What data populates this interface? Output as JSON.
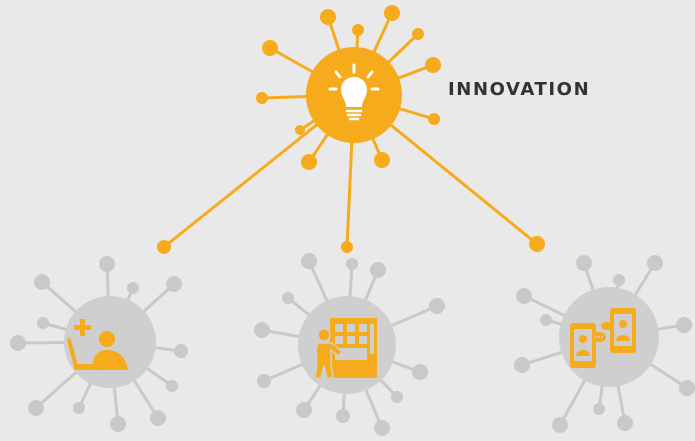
{
  "title": "INNOVATION",
  "colors": {
    "background": "#e9e9e9",
    "accent": "#f6ab1c",
    "node_grey": "#cfcfcf",
    "spoke_grey": "#c9c9c9",
    "title_text": "#333333"
  },
  "hub": {
    "icon": "lightbulb-icon"
  },
  "children": [
    {
      "id": "telehealth",
      "icon": "doctor-laptop-icon"
    },
    {
      "id": "vending",
      "icon": "person-vending-machine-icon"
    },
    {
      "id": "video-call",
      "icon": "video-call-phones-icon"
    }
  ]
}
